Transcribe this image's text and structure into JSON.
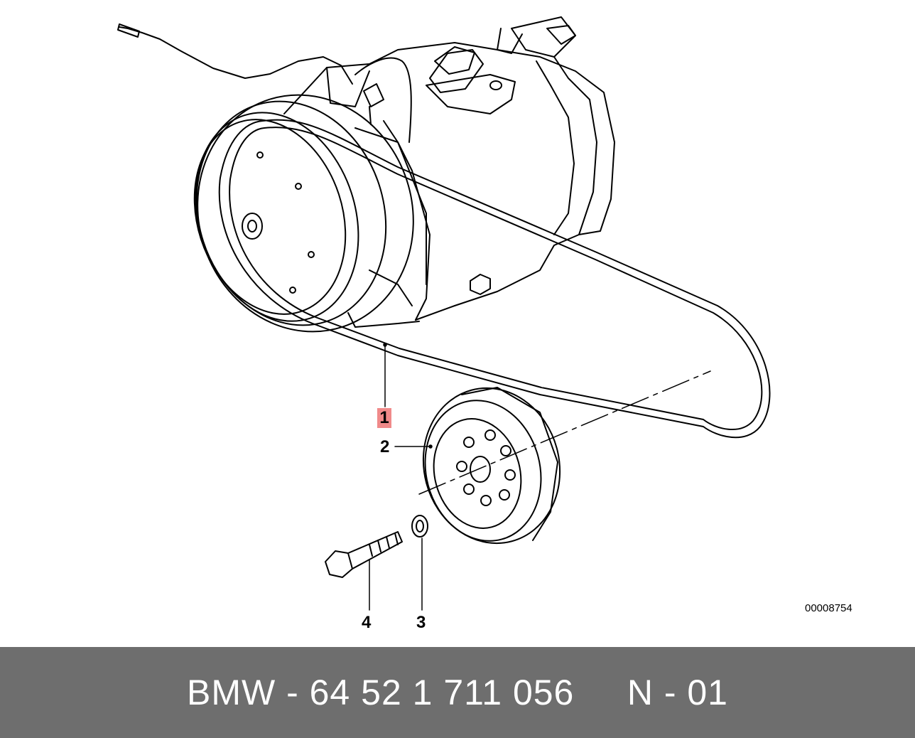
{
  "diagram": {
    "callouts": {
      "belt": "1",
      "pulley": "2",
      "washer": "3",
      "bolt": "4"
    },
    "highlight_color": "#f08a8a",
    "reference_code": "00008754",
    "illustration": "ac-compressor-belt-drive"
  },
  "footer": {
    "text": "BMW - 64 52 1 711 056     N - 01",
    "background_color": "#6e6e6e"
  }
}
